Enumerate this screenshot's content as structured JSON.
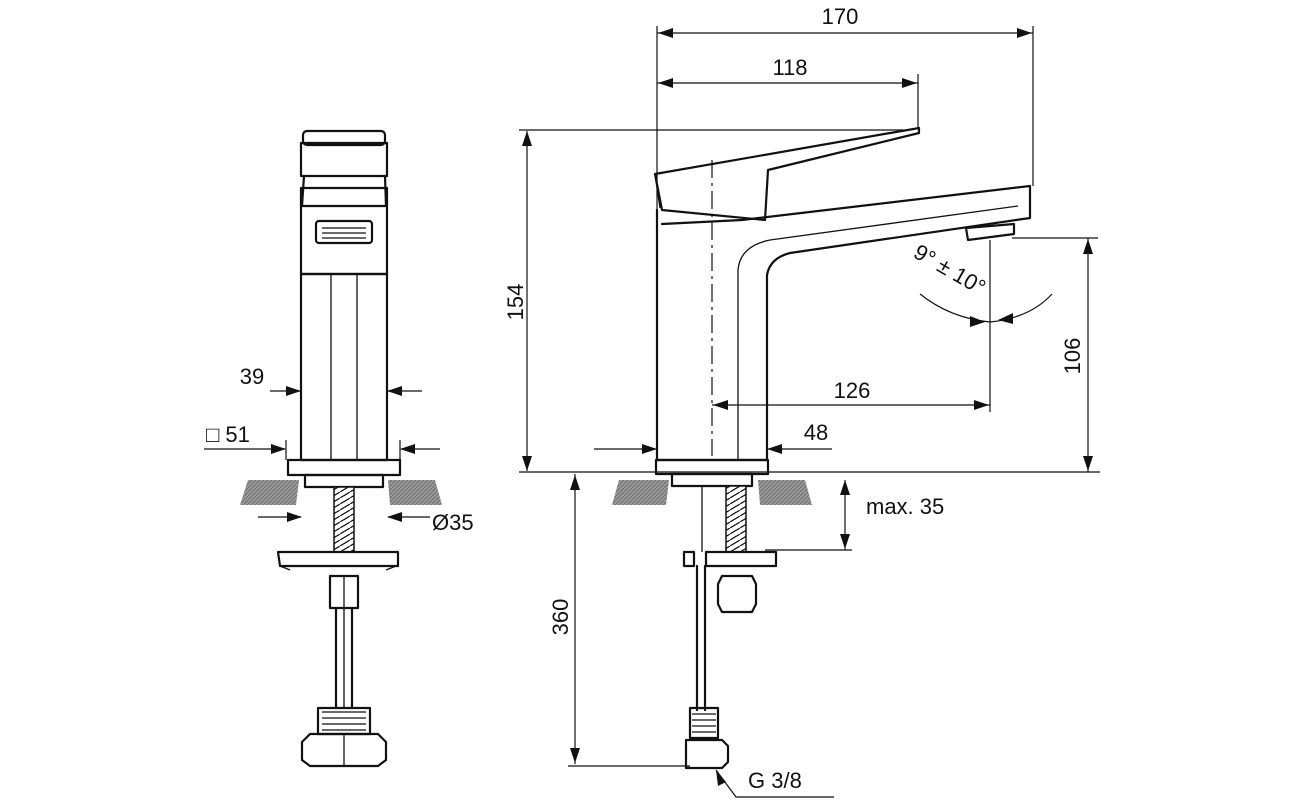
{
  "dimensions": {
    "width_170": "170",
    "width_118": "118",
    "height_154": "154",
    "height_106": "106",
    "reach_126": "126",
    "base_48": "48",
    "angle": "9° ± 10°",
    "max_thickness": "max. 35",
    "hose_360": "360",
    "thread": "G 3/8",
    "side_39": "39",
    "side_square_51": "□ 51",
    "hole_35": "Ø35"
  }
}
